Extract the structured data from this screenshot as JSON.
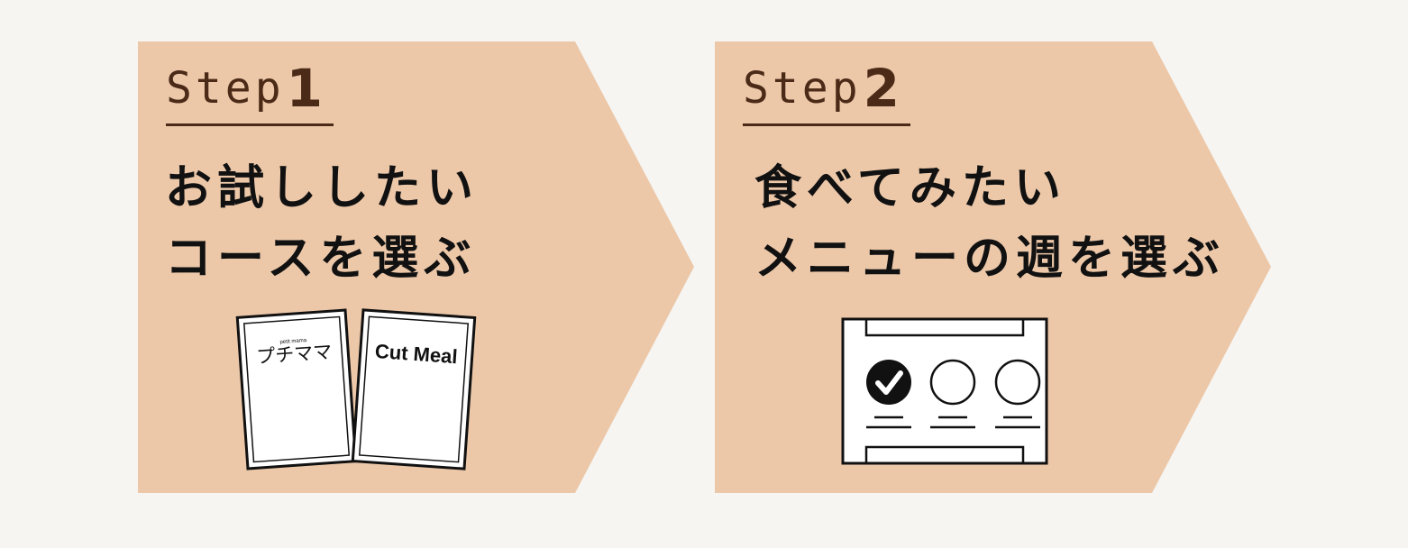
{
  "steps": [
    {
      "step_word": "Step",
      "step_number": "1",
      "text_line1": "お試ししたい",
      "text_line2": "コースを選ぶ",
      "illustration": {
        "icon": "course-cards-icon",
        "card1_top_label": "petit mama",
        "card1_label": "プチママ",
        "card2_label": "Cut Meal"
      }
    },
    {
      "step_word": "Step",
      "step_number": "2",
      "text_line1": "食べてみたい",
      "text_line2": "メニューの週を選ぶ",
      "illustration": {
        "icon": "week-selector-icon",
        "options": [
          {
            "checked": true
          },
          {
            "checked": false
          },
          {
            "checked": false
          }
        ]
      }
    }
  ],
  "colors": {
    "background": "#f6f5f2",
    "panel": "#ecc8a9",
    "step_label": "#4b2a17",
    "text": "#111111"
  }
}
